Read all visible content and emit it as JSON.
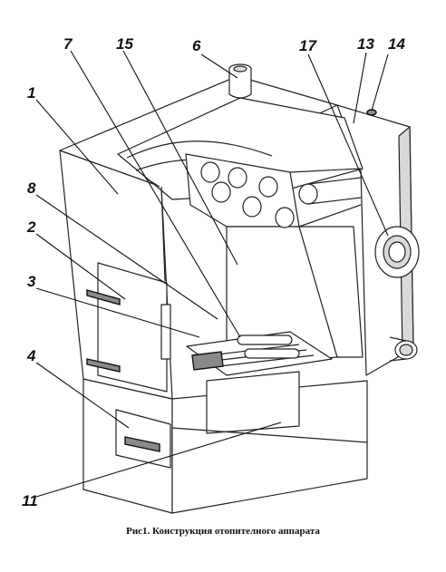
{
  "caption": "Рис1. Конструкция отопителного аппарата",
  "callouts": [
    {
      "id": "1",
      "label": "1"
    },
    {
      "id": "2",
      "label": "2"
    },
    {
      "id": "3",
      "label": "3"
    },
    {
      "id": "4",
      "label": "4"
    },
    {
      "id": "6",
      "label": "6"
    },
    {
      "id": "7",
      "label": "7"
    },
    {
      "id": "8",
      "label": "8"
    },
    {
      "id": "11",
      "label": "11"
    },
    {
      "id": "13",
      "label": "13"
    },
    {
      "id": "14",
      "label": "14"
    },
    {
      "id": "15",
      "label": "15"
    },
    {
      "id": "17",
      "label": "17"
    }
  ]
}
